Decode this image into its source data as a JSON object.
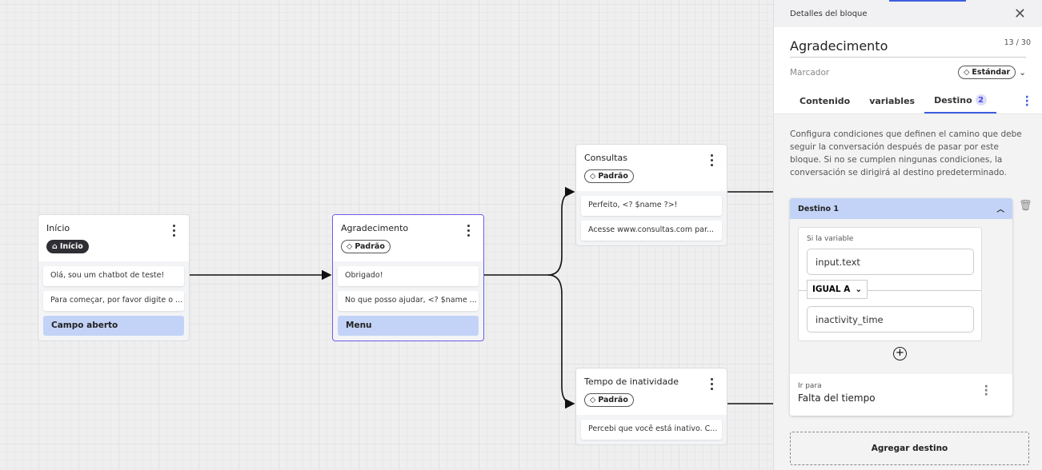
{
  "canvas": {
    "nodes": [
      {
        "title": "Início",
        "tag": "Início",
        "tag_icon": "home-icon",
        "messages": [
          "Olá, sou um chatbot de teste!",
          "Para começar, por favor digite o ..."
        ],
        "option": "Campo aberto"
      },
      {
        "title": "Agradecimento",
        "tag": "Padrão",
        "tag_icon": "tag-icon",
        "messages": [
          "Obrigado!",
          "No que posso ajudar, <? $name ..."
        ],
        "option": "Menu"
      },
      {
        "title": "Consultas",
        "tag": "Padrão",
        "tag_icon": "tag-icon",
        "messages": [
          "Perfeito, <? $name ?>!",
          "Acesse www.consultas.com par..."
        ]
      },
      {
        "title": "Tempo de inatividade",
        "tag": "Padrão",
        "tag_icon": "tag-icon",
        "messages": [
          "Percebi que você está inativo. C..."
        ]
      }
    ]
  },
  "panel": {
    "header": "Detalles del bloque",
    "title": "Agradecimento",
    "char_count": "13 / 30",
    "marker_label": "Marcador",
    "marker_value": "Estándar",
    "tabs": [
      {
        "label": "Contenido"
      },
      {
        "label": "variables"
      },
      {
        "label": "Destino",
        "badge": "2"
      }
    ],
    "description": "Configura condiciones que definen el camino que debe seguir la conversación después de pasar por este bloque. Si no se cumplen ningunas condiciones, la conversación se dirigirá al destino predeterminado.",
    "destination": {
      "title": "Destino 1",
      "variable_label": "Si la variable",
      "variable": "input.text",
      "operator": "IGUAL A",
      "value": "inactivity_time",
      "goto_label": "Ir para",
      "goto": "Falta del tiempo"
    },
    "add_button": "Agregar destino"
  },
  "colors": {
    "accent": "#3d5fe0",
    "option_bg": "#c3d3f7",
    "selected_border": "#6b5ce7"
  }
}
